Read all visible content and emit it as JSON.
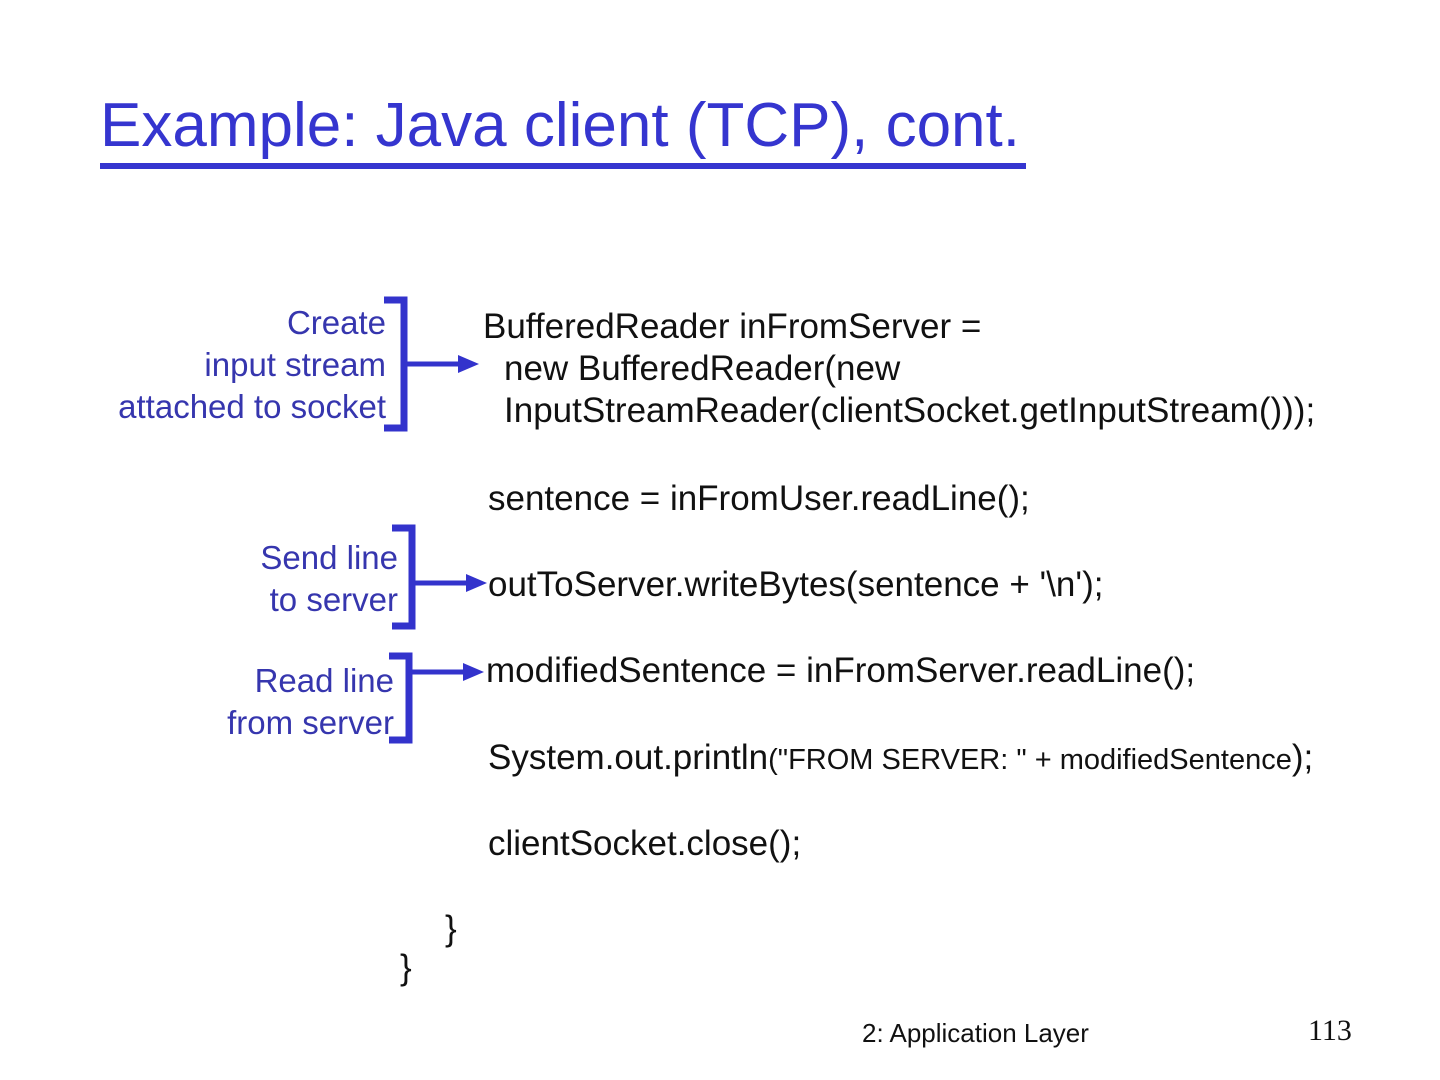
{
  "slide": {
    "title": "Example: Java client (TCP), cont.",
    "annotations": [
      {
        "id": "create-input-stream",
        "lines": [
          "Create",
          "input stream",
          "attached to socket"
        ]
      },
      {
        "id": "send-line",
        "lines": [
          "Send line",
          "to server"
        ]
      },
      {
        "id": "read-line",
        "lines": [
          "Read line",
          "from server"
        ]
      }
    ],
    "code": {
      "block1_line1": "BufferedReader inFromServer =",
      "block1_line2": "new BufferedReader(new",
      "block1_line3": "InputStreamReader(clientSocket.getInputStream()));",
      "sentence_line": "sentence = inFromUser.readLine();",
      "send_line": "outToServer.writeBytes(sentence + '\\n');",
      "read_line": "modifiedSentence = inFromServer.readLine();",
      "println_prefix": "System.out.println",
      "println_arg": "(\"FROM SERVER: \" + modifiedSentence",
      "println_suffix": ");",
      "close_line": "clientSocket.close();",
      "brace_inner": "}",
      "brace_outer": "}"
    },
    "footer": {
      "section": "2: Application Layer",
      "page": "113"
    },
    "colors": {
      "title_blue": "#3535cf",
      "label_blue": "#3636ae",
      "accent_blue": "#3333cc",
      "code_black": "#111111"
    }
  }
}
